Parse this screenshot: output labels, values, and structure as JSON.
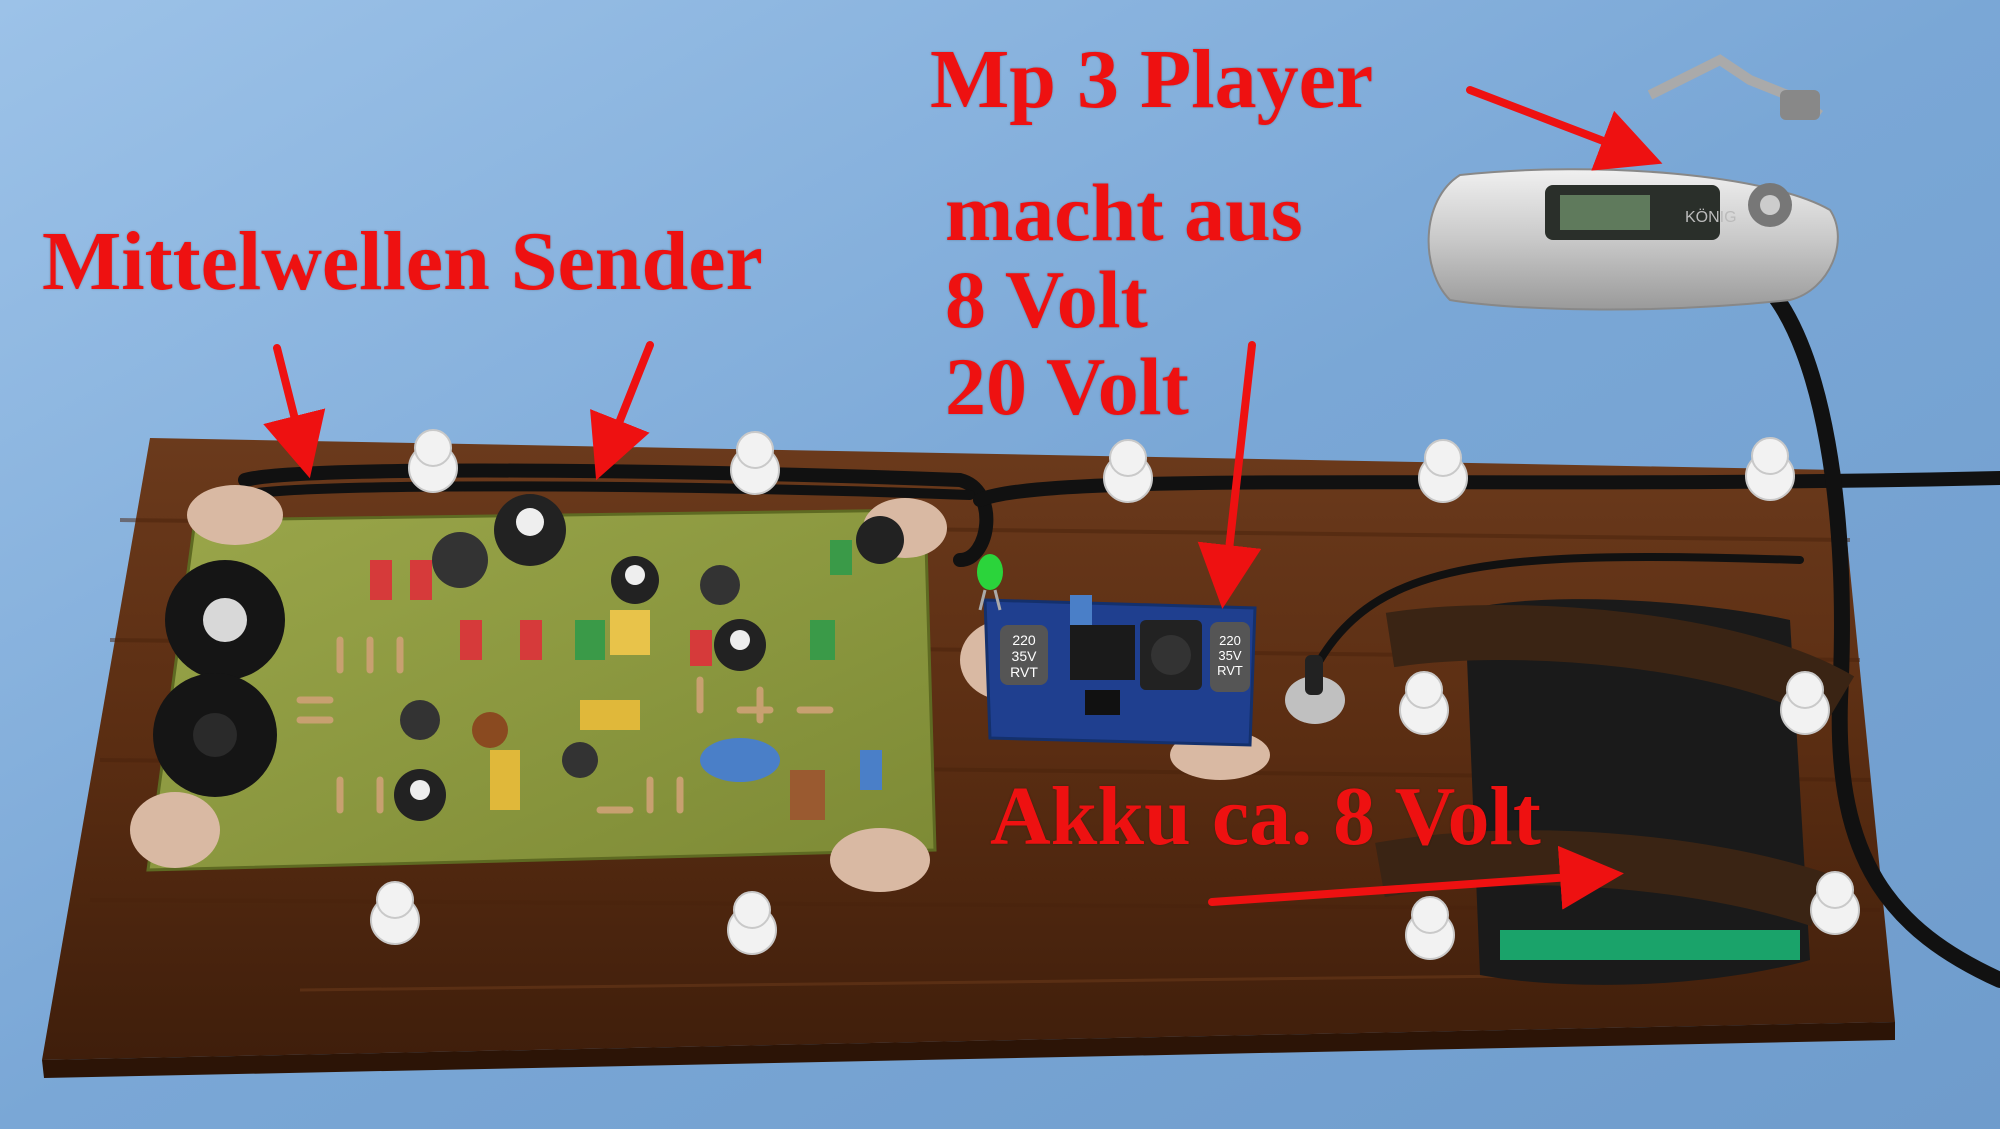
{
  "photo": {
    "labels": {
      "sender": "Mittelwellen Sender",
      "mp3": "Mp 3 Player",
      "macht_line1": "macht aus",
      "macht_line2": "8 Volt",
      "macht_line3": "20 Volt",
      "akku": "Akku ca. 8 Volt"
    },
    "component_markings": {
      "capacitor_a": "220",
      "capacitor_a_voltage": "35V",
      "capacitor_a_series": "RVT",
      "capacitor_b": "220",
      "capacitor_b_voltage": "35V",
      "capacitor_b_series": "RVT",
      "mp3_brand": "KÖNIG"
    },
    "colors": {
      "background": "#7aa7d6",
      "wood": "#5a2d12",
      "pcb": "#8d9a3f",
      "annotation": "#ee1111",
      "heatsink": "#151515",
      "battery": "#1a1a1a",
      "pushpin": "#f2f2f2"
    }
  }
}
